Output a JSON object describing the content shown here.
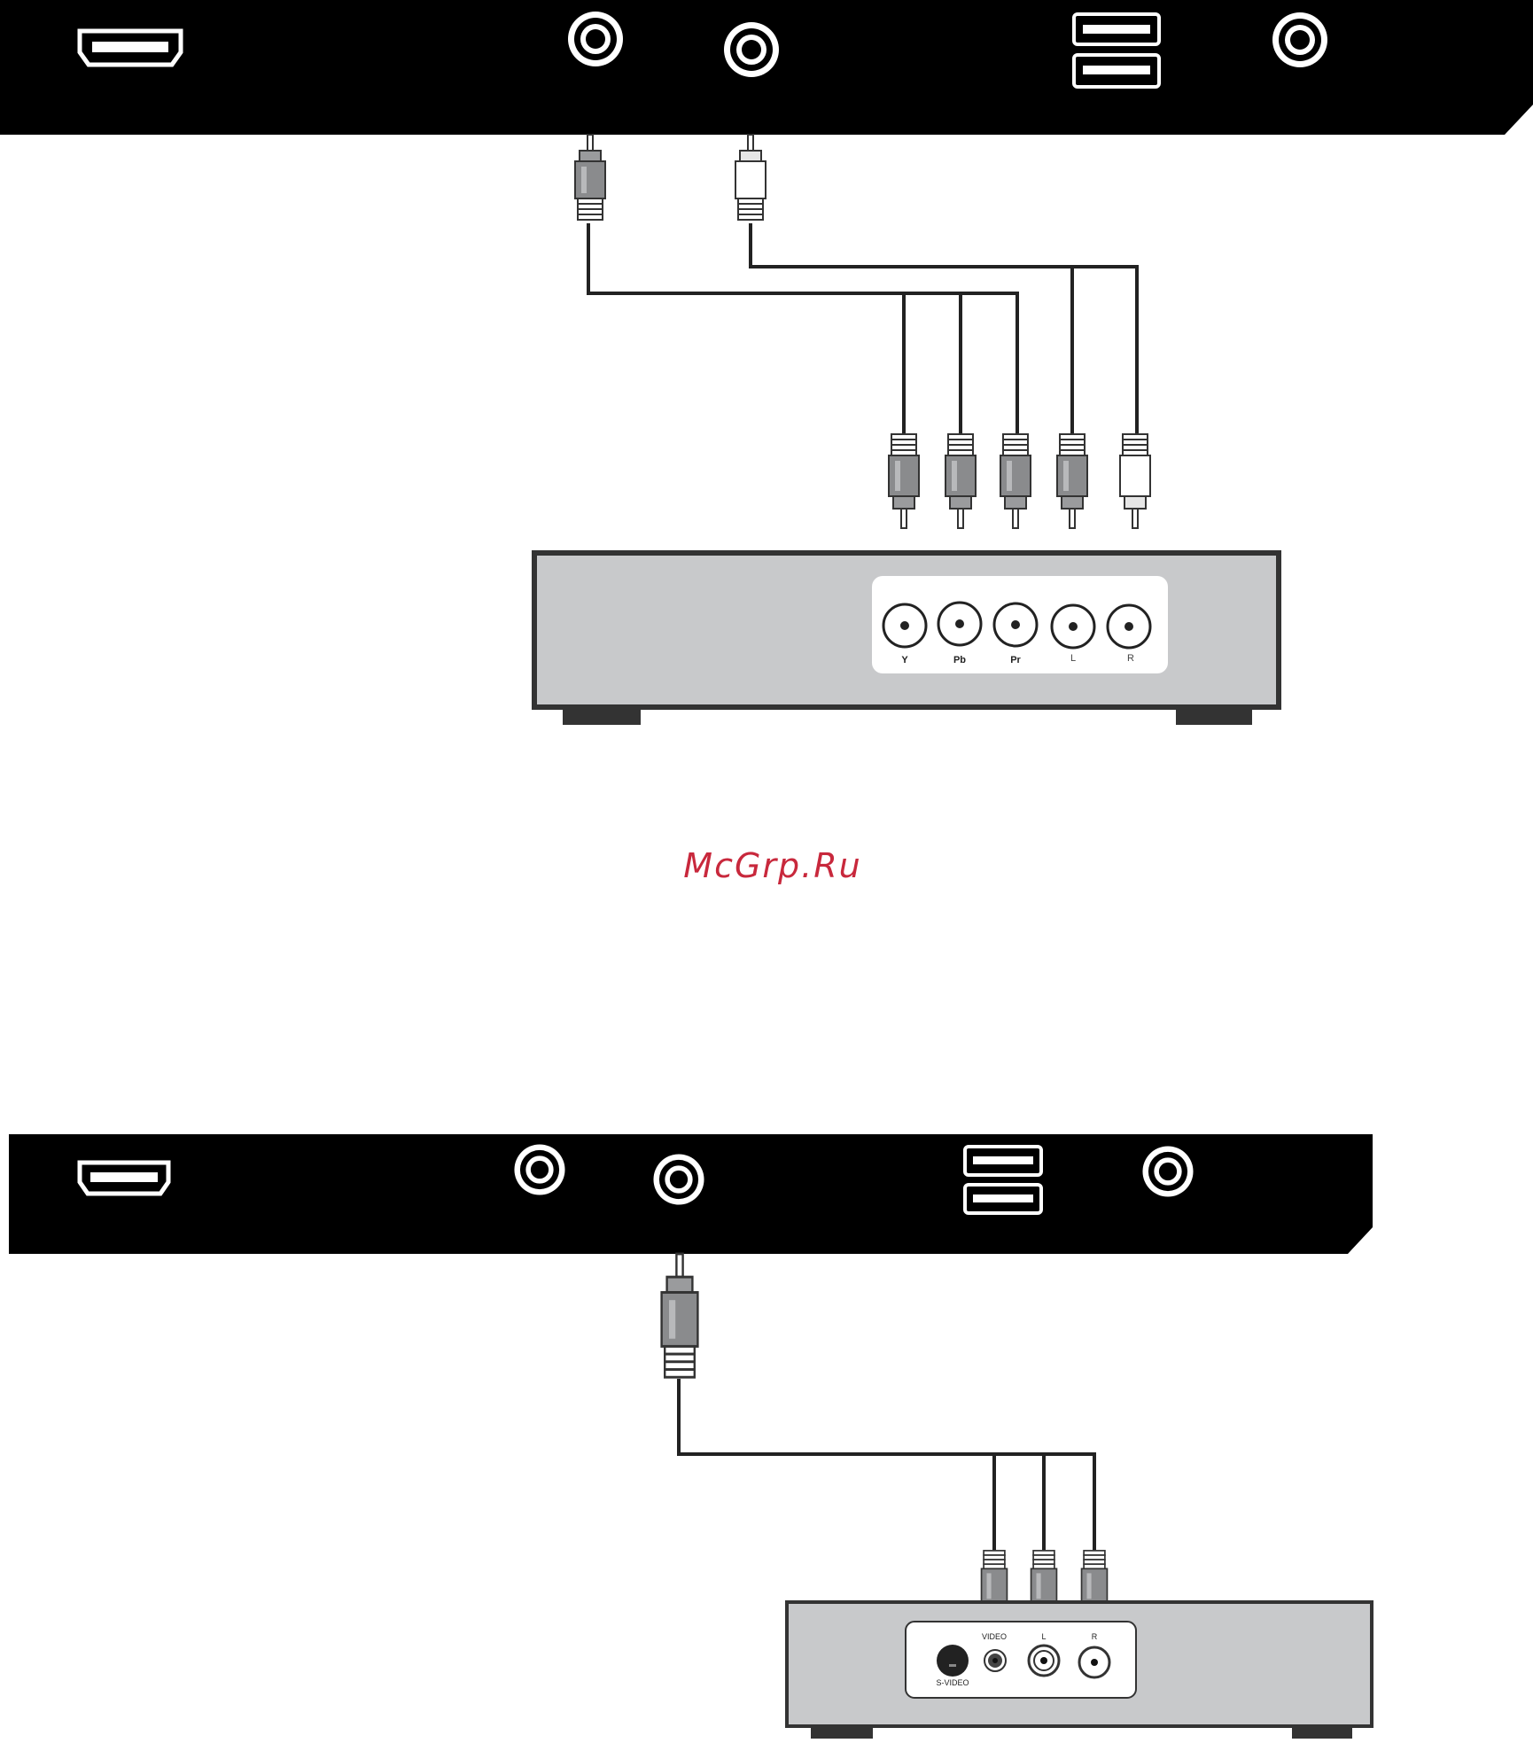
{
  "diagram_top": {
    "title": "",
    "panel_ports": [
      "hdmi-port-icon",
      "rca-jack-icon",
      "rca-jack-icon",
      "usb-port-icon",
      "usb-port-icon",
      "rca-jack-icon"
    ],
    "cable_plugs_panel": [
      "rca-plug-gray-icon",
      "rca-plug-white-icon"
    ],
    "cable_plugs_device": [
      "rca-plug-gray-icon",
      "rca-plug-gray-icon",
      "rca-plug-gray-icon",
      "rca-plug-gray-icon",
      "rca-plug-white-icon"
    ],
    "device_jacks": [
      {
        "label": "Y"
      },
      {
        "label": "Pb"
      },
      {
        "label": "Pr"
      },
      {
        "label": "L"
      },
      {
        "label": "R"
      }
    ]
  },
  "watermark": "McGrp.Ru",
  "diagram_bottom": {
    "title": "",
    "panel_ports": [
      "hdmi-port-icon",
      "rca-jack-icon",
      "rca-jack-icon",
      "usb-port-icon",
      "usb-port-icon",
      "rca-jack-icon"
    ],
    "cable_plugs_panel": [
      "rca-plug-gray-icon"
    ],
    "cable_plugs_device": [
      "rca-plug-gray-icon",
      "rca-plug-gray-icon",
      "rca-plug-gray-icon"
    ],
    "device_jacks": [
      {
        "label": "S-VIDEO"
      },
      {
        "label": ""
      },
      {
        "label": "VIDEO"
      },
      {
        "label": "L"
      },
      {
        "label": "R"
      }
    ]
  },
  "colors": {
    "panel": "#000000",
    "device_body": "#c8c9cb",
    "device_outline": "#333333",
    "plug_gray": "#8a8b8d",
    "plug_white": "#ffffff",
    "cable": "#222222",
    "watermark": "#c8283c"
  }
}
